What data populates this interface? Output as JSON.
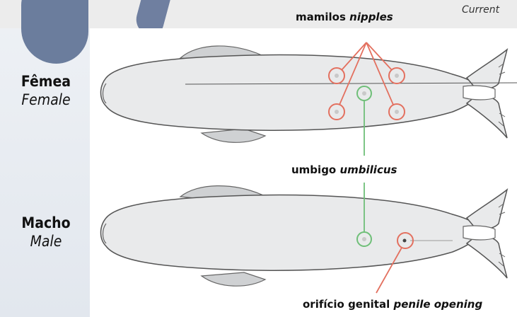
{
  "header": {
    "current_text": "Current"
  },
  "labels": {
    "female_pt": "Fêmea",
    "female_en": "Female",
    "male_pt": "Macho",
    "male_en": "Male",
    "nipples_pt": "mamilos",
    "nipples_en": "nipples",
    "umbilicus_pt": "umbigo",
    "umbilicus_en": "umbilicus",
    "genital_pt": "orifício genital",
    "genital_en": "penile opening"
  },
  "colors": {
    "nipple_red": "#e3705f",
    "umbilicus_green": "#6fbf78",
    "body_fill": "#e9eaeb",
    "outline": "#555555"
  }
}
